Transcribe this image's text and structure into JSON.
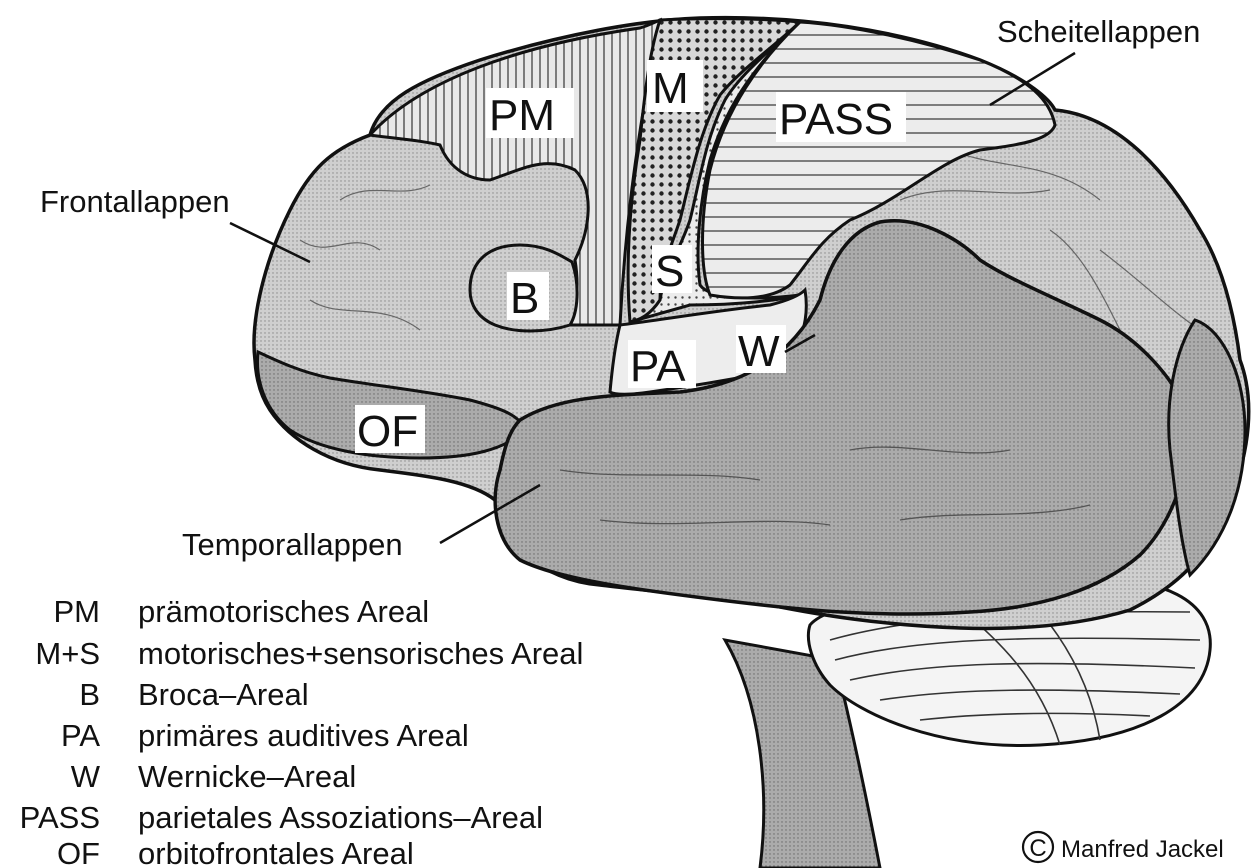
{
  "lobes": {
    "parietal": "Scheitellappen",
    "frontal": "Frontallappen",
    "temporal": "Temporallappen"
  },
  "areas": {
    "pm": "PM",
    "m": "M",
    "pass": "PASS",
    "s": "S",
    "b": "B",
    "pa": "PA",
    "w": "W",
    "of": "OF"
  },
  "legend": [
    {
      "abbr": "PM",
      "text": "prämotorisches Areal"
    },
    {
      "abbr": "M+S",
      "text": "motorisches+sensorisches Areal"
    },
    {
      "abbr": "B",
      "text": "Broca–Areal"
    },
    {
      "abbr": "PA",
      "text": "primäres auditives Areal"
    },
    {
      "abbr": "W",
      "text": "Wernicke–Areal"
    },
    {
      "abbr": "PASS",
      "text": "parietales Assoziations–Areal"
    },
    {
      "abbr": "OF",
      "text": "orbitofrontales Areal"
    }
  ],
  "copyright": {
    "symbol": "C",
    "author": "Manfred Jackel"
  },
  "colors": {
    "cortex_fill": "#c9c9c9",
    "temporal_fill": "#a9a9a9",
    "outline": "#111111"
  }
}
